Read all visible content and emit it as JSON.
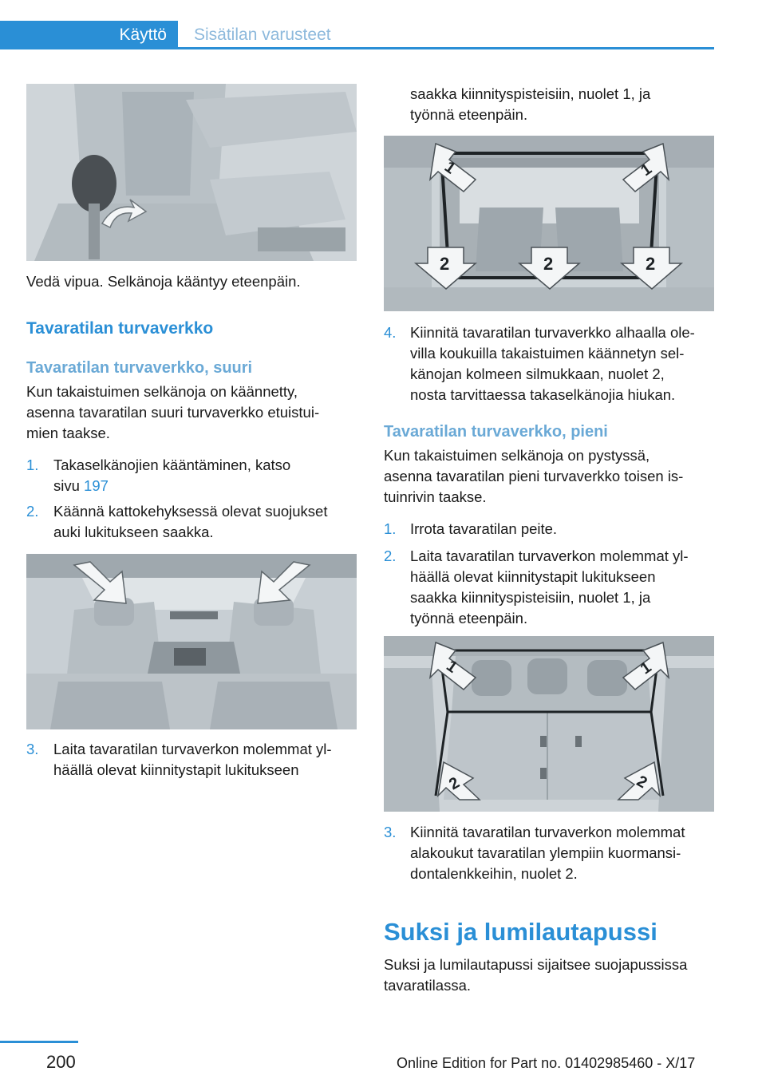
{
  "header": {
    "tab_active": "Käyttö",
    "tab_inactive": "Sisätilan varusteet"
  },
  "left": {
    "caption_1": "Vedä vipua. Selkänoja kääntyy eteenpäin.",
    "heading_net": "Tavaratilan turvaverkko",
    "heading_large": "Tavaratilan turvaverkko, suuri",
    "intro_lines": [
      "Kun takaistuimen selkänoja on käännetty,",
      "asenna tavaratilan suuri turvaverkko etuistui-",
      "mien taakse."
    ],
    "step1_num": "1.",
    "step1_line1": "Takaselkänojien kääntäminen, katso",
    "step1_line2_prefix": "sivu ",
    "step1_link": "197",
    "step2_num": "2.",
    "step2_lines": [
      "Käännä kattokehyksessä olevat suojukset",
      "auki lukitukseen saakka."
    ],
    "step3_num": "3.",
    "step3_lines": [
      "Laita tavaratilan turvaverkon molemmat yl-",
      "häällä olevat kiinnitystapit lukitukseen"
    ]
  },
  "right": {
    "cont_lines": [
      "saakka kiinnityspisteisiin, nuolet 1, ja",
      "työnnä eteenpäin."
    ],
    "step4_num": "4.",
    "step4_lines": [
      "Kiinnitä tavaratilan turvaverkko alhaalla ole-",
      "villa koukuilla takaistuimen käännetyn sel-",
      "känojan kolmeen silmukkaan, nuolet 2,",
      "nosta tarvittaessa takaselkänojia hiukan."
    ],
    "heading_small": "Tavaratilan turvaverkko, pieni",
    "small_intro_lines": [
      "Kun takaistuimen selkänoja on pystyssä,",
      "asenna tavaratilan pieni turvaverkko toisen is-",
      "tuinrivin taakse."
    ],
    "s1_num": "1.",
    "s1_line": "Irrota tavaratilan peite.",
    "s2_num": "2.",
    "s2_lines": [
      "Laita tavaratilan turvaverkon molemmat yl-",
      "häällä olevat kiinnitystapit lukitukseen",
      "saakka kiinnityspisteisiin, nuolet 1, ja",
      "työnnä eteenpäin."
    ],
    "s3_num": "3.",
    "s3_lines": [
      "Kiinnitä tavaratilan turvaverkon molemmat",
      "alakoukut tavaratilan ylempiin kuormansi-",
      "dontalenkkeihin, nuolet 2."
    ],
    "heading_ski": "Suksi ja lumilautapussi",
    "ski_lines": [
      "Suksi ja lumilautapussi sijaitsee suojapussissa",
      "tavaratilassa."
    ]
  },
  "figures": {
    "net_large_labels": [
      "1",
      "1",
      "2",
      "2",
      "2"
    ],
    "net_small_labels": [
      "1",
      "1",
      "2",
      "2"
    ]
  },
  "footer": {
    "page_number": "200",
    "edition": "Online Edition for Part no. 01402985460 - X/17"
  }
}
